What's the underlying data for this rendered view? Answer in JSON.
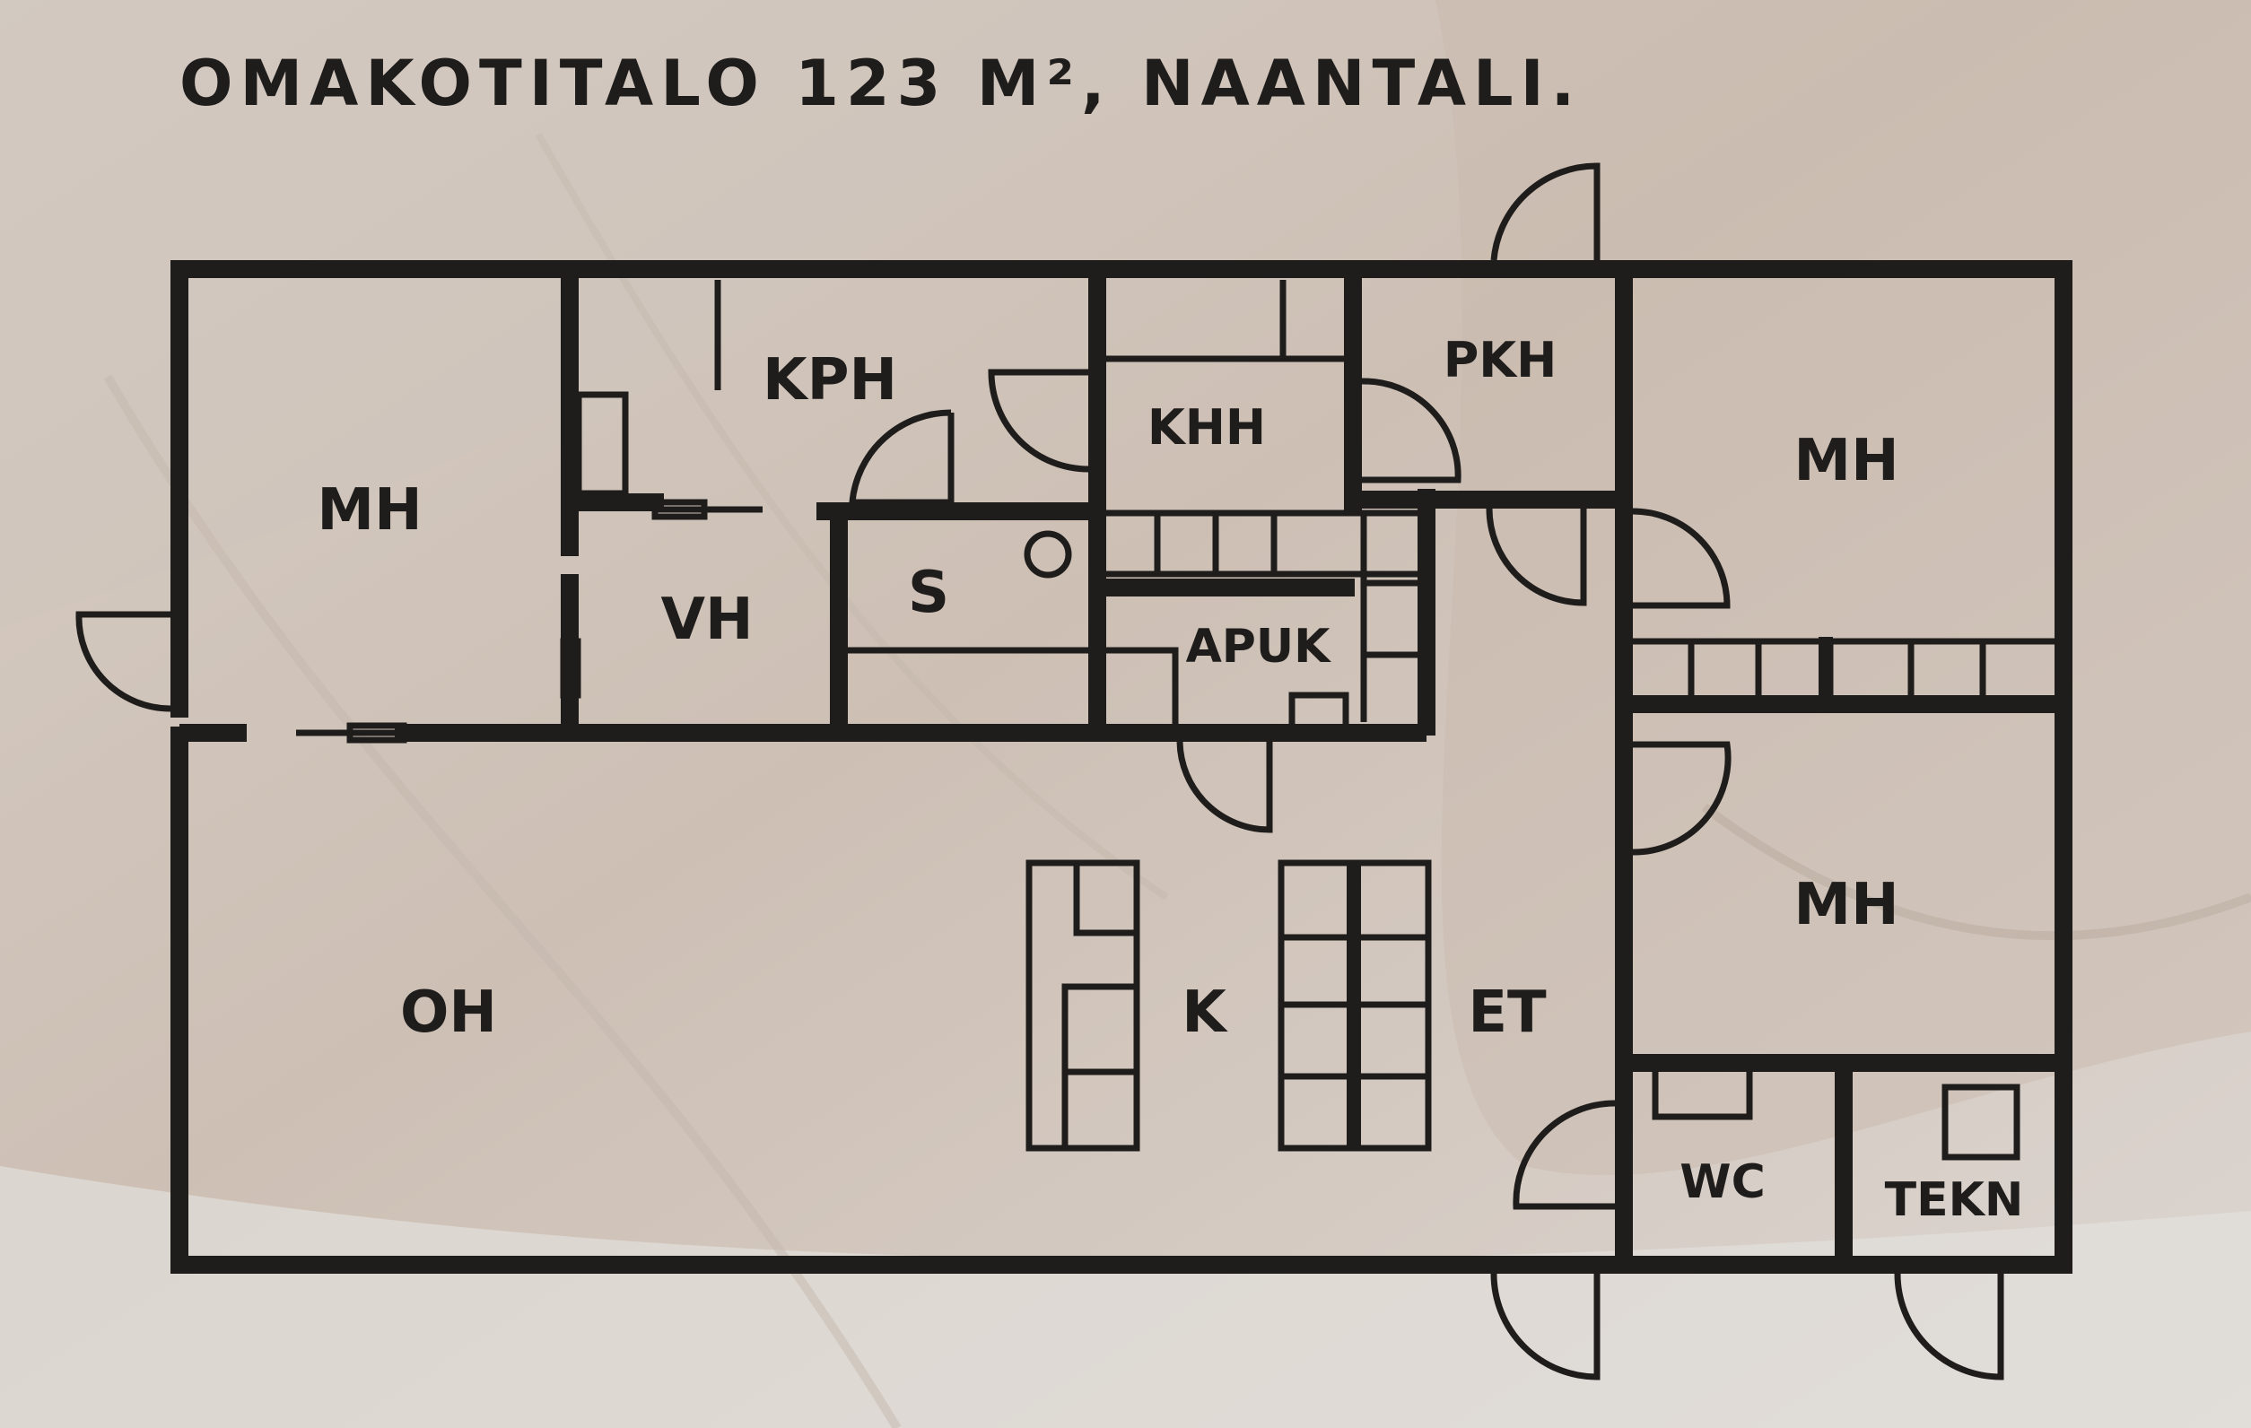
{
  "title": "OMAKOTITALO 123 M², NAANTALI.",
  "colors": {
    "line": "#1f1d1c",
    "background": "#d9d1c9"
  },
  "rooms": {
    "mh_west": "MH",
    "kph": "KPH",
    "khh": "KHH",
    "pkh": "PKH",
    "mh_northeast": "MH",
    "vh": "VH",
    "s": "S",
    "apuk": "APUK",
    "oh": "OH",
    "k": "K",
    "et": "ET",
    "mh_east": "MH",
    "wc": "WC",
    "tekn": "TEKN"
  }
}
